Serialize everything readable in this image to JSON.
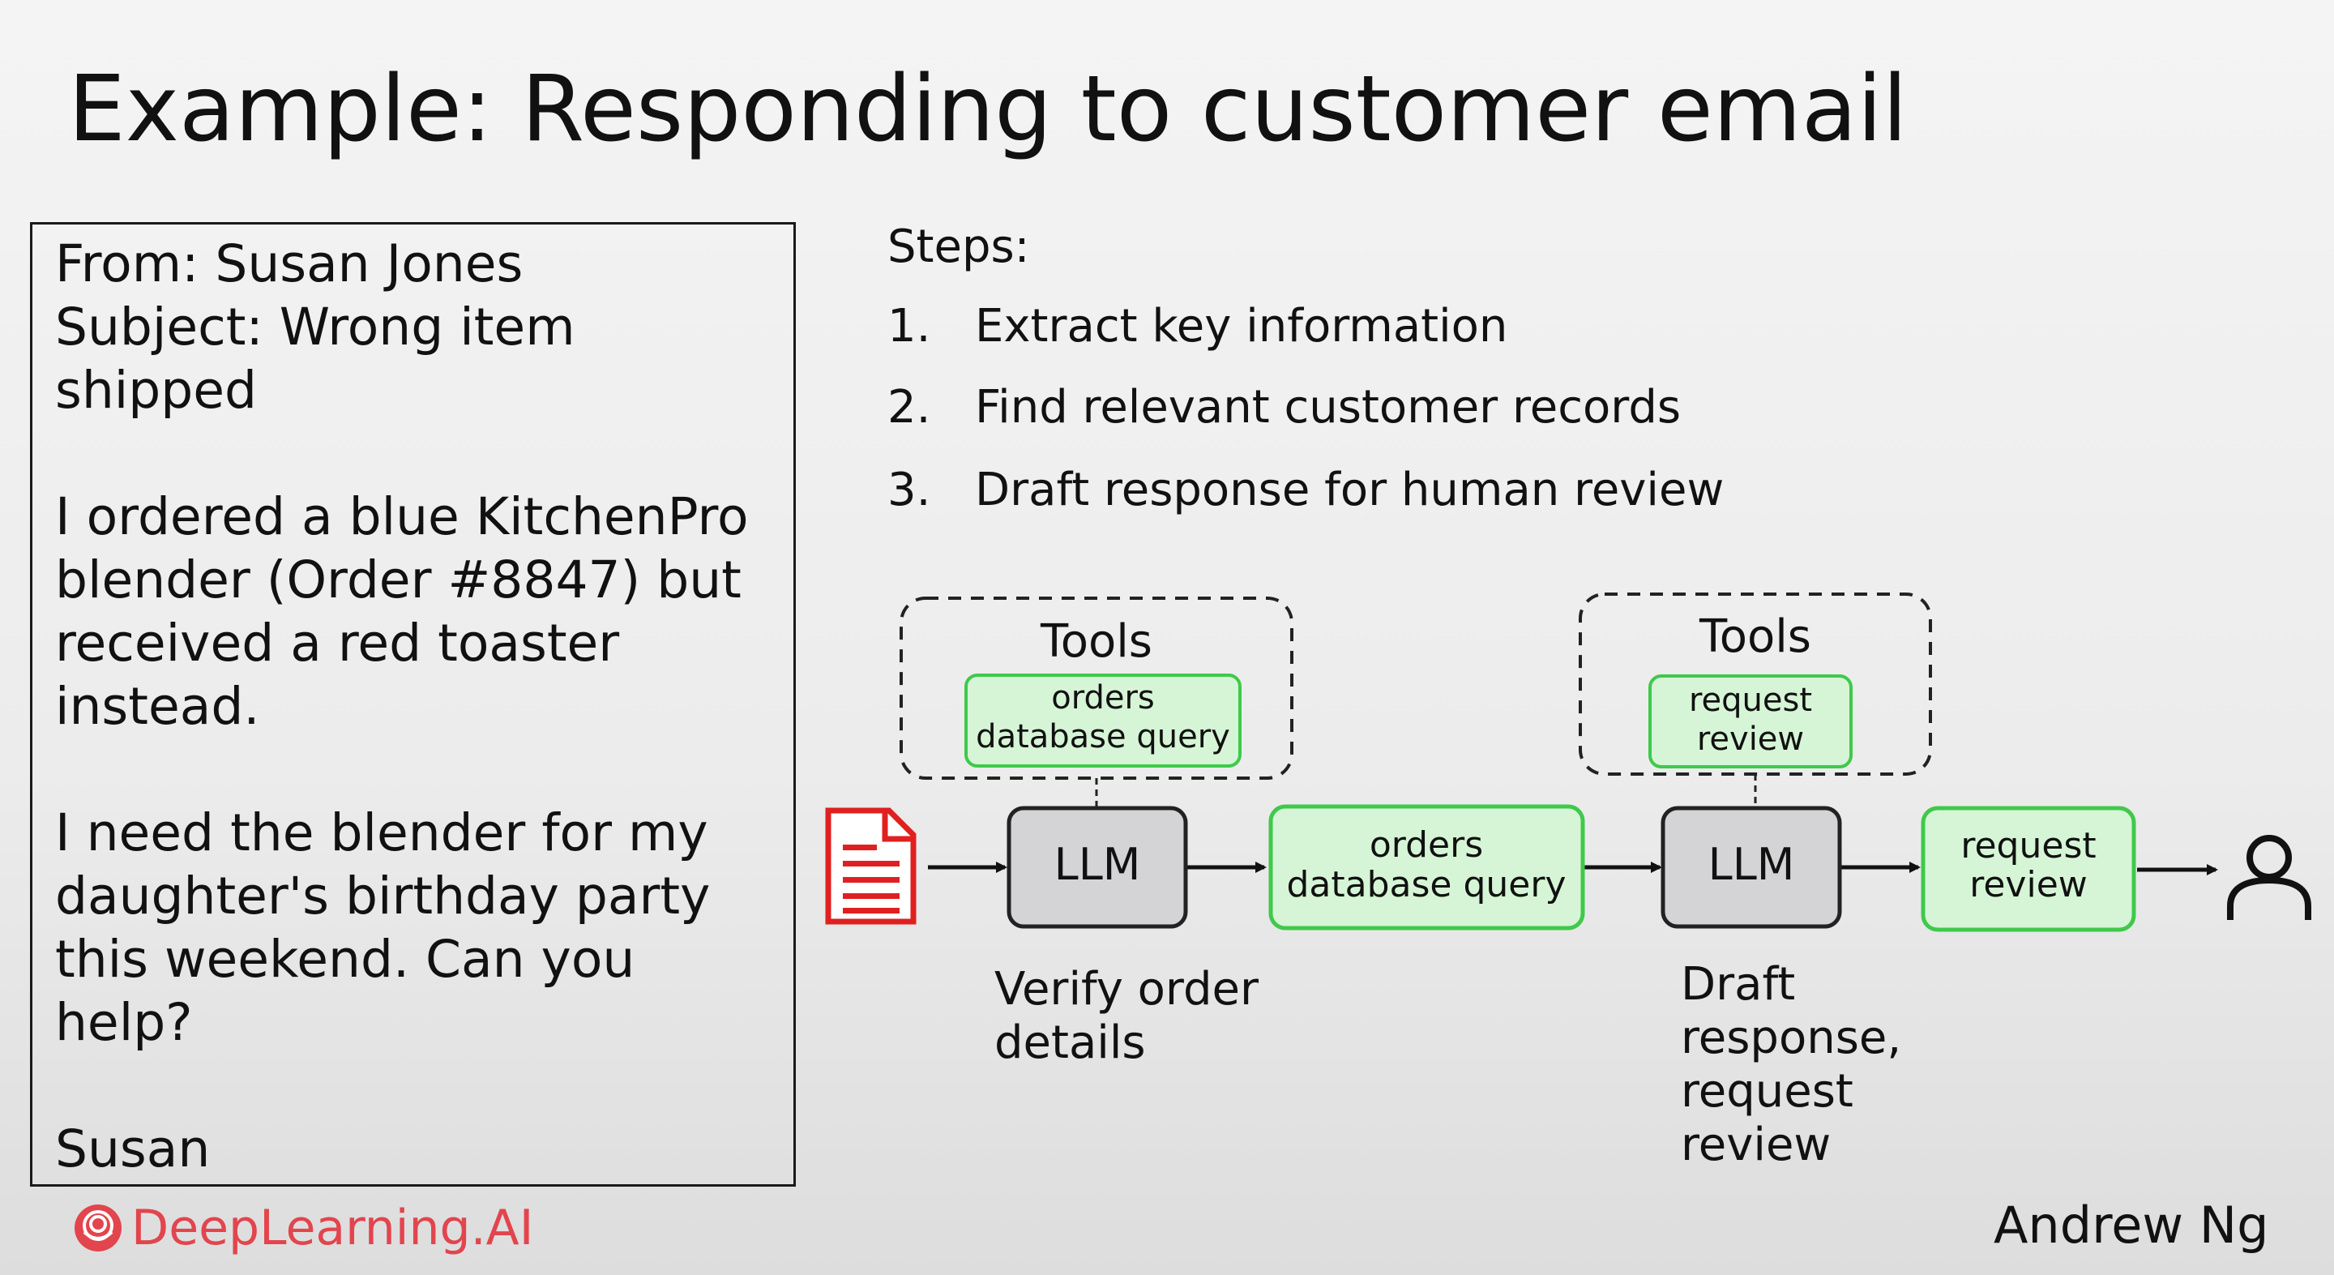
{
  "title": "Example: Responding to customer email",
  "email": {
    "from": "From: Susan Jones",
    "subject_line1": "Subject: Wrong item",
    "subject_line2": "shipped",
    "body1_line1": "I ordered a blue KitchenPro",
    "body1_line2": "blender (Order #8847) but",
    "body1_line3": "received a red toaster",
    "body1_line4": "instead.",
    "body2_line1": "I need the blender for my",
    "body2_line2": "daughter's birthday party",
    "body2_line3": "this weekend. Can you",
    "body2_line4": "help?",
    "signature": "Susan"
  },
  "steps": {
    "label": "Steps:",
    "items": [
      {
        "num": "1.",
        "text": "Extract key information"
      },
      {
        "num": "2.",
        "text": "Find relevant customer records"
      },
      {
        "num": "3.",
        "text": "Draft response for human review"
      }
    ]
  },
  "diagram": {
    "tools1": {
      "label": "Tools",
      "tool_line1": "orders",
      "tool_line2": "database query"
    },
    "tools2": {
      "label": "Tools",
      "tool_line1": "request",
      "tool_line2": "review"
    },
    "llm1": "LLM",
    "llm2": "LLM",
    "action1": {
      "line1": "orders",
      "line2": "database query"
    },
    "action2": {
      "line1": "request",
      "line2": "review"
    },
    "caption1": {
      "line1": "Verify order",
      "line2": "details"
    },
    "caption2": {
      "line1": "Draft",
      "line2": "response,",
      "line3": "request",
      "line4": "review"
    },
    "icons": [
      "document-icon",
      "person-icon"
    ]
  },
  "footer": {
    "logo_text": "DeepLearning.AI",
    "author": "Andrew Ng"
  },
  "colors": {
    "llm_fill": "#d4d4d6",
    "tool_fill": "#d6f5d6",
    "tool_border": "#3fc94b",
    "document_red": "#e02020",
    "logo_red": "#e2454d"
  }
}
